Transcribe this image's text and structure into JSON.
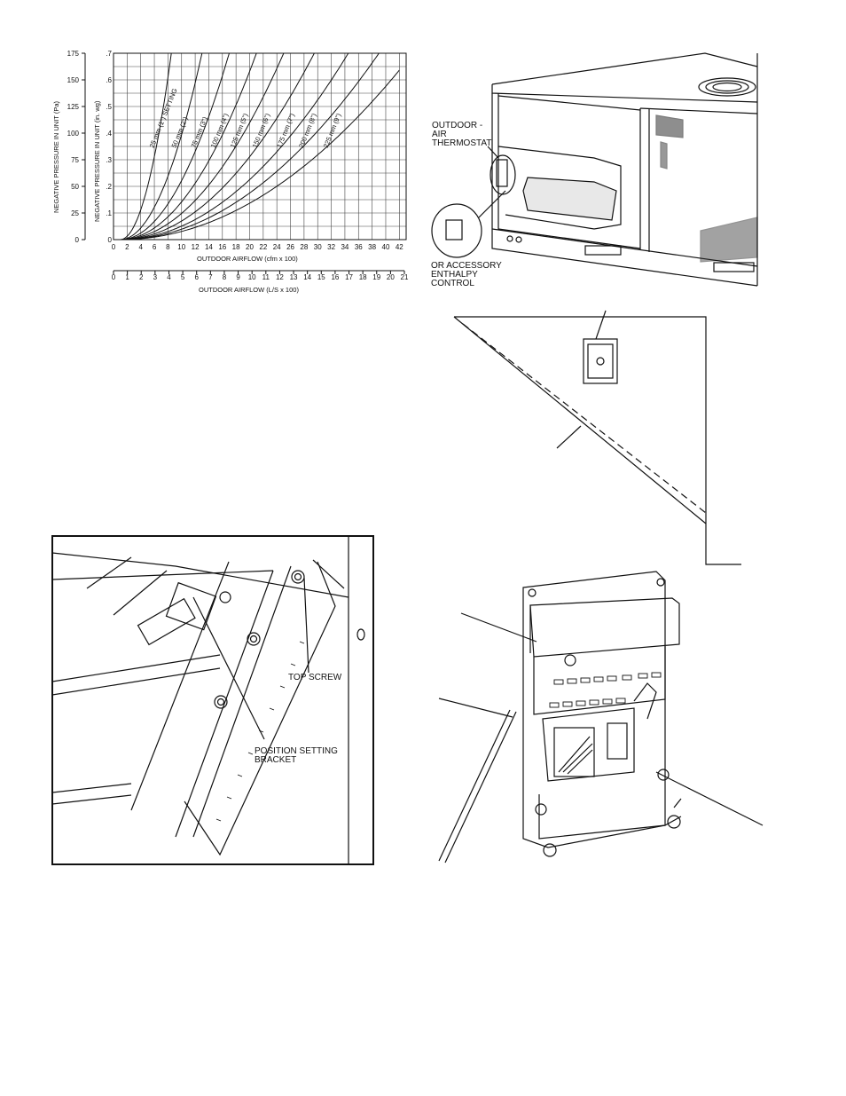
{
  "chart_data": {
    "type": "line",
    "ylabel_left": "NEGATIVE PRESSURE IN UNIT (Pa)",
    "ylabel_right": "NEGATIVE PRESSURE IN UNIT (in. wg)",
    "xlabel_top": "OUTDOOR AIRFLOW (cfm x 100)",
    "xlabel_bottom": "OUTDOOR AIRFLOW (L/S x 100)",
    "y_pa_ticks": [
      "0",
      "25",
      "50",
      "75",
      "100",
      "125",
      "150",
      "175"
    ],
    "y_inwg_ticks": [
      "0",
      ".1",
      ".2",
      ".3",
      ".4",
      ".5",
      ".6",
      ".7"
    ],
    "x_cfm_ticks": [
      "0",
      "2",
      "4",
      "6",
      "8",
      "10",
      "12",
      "14",
      "16",
      "18",
      "20",
      "22",
      "24",
      "26",
      "28",
      "30",
      "32",
      "34",
      "36",
      "38",
      "40",
      "42"
    ],
    "x_ls_ticks": [
      "0",
      "1",
      "2",
      "3",
      "4",
      "5",
      "6",
      "7",
      "8",
      "9",
      "10",
      "11",
      "12",
      "13",
      "14",
      "15",
      "16",
      "17",
      "18",
      "19",
      "20",
      "21"
    ],
    "ylim_inwg": [
      0,
      0.7
    ],
    "xlim_cfm": [
      0,
      43
    ],
    "grid": true,
    "series": [
      {
        "name": "25 mm (1\") SETTING",
        "x_at_max": 8.5
      },
      {
        "name": "50 mm (2\")",
        "x_at_max": 13
      },
      {
        "name": "75 mm (3\")",
        "x_at_max": 17
      },
      {
        "name": "100 mm (4\")",
        "x_at_max": 21
      },
      {
        "name": "125 mm (5\")",
        "x_at_max": 25
      },
      {
        "name": "150 mm (6\")",
        "x_at_max": 29.5
      },
      {
        "name": "175 mm (7\")",
        "x_at_max": 34.5
      },
      {
        "name": "200 mm (8\")",
        "x_at_max": 39
      },
      {
        "name": "225 mm (9\")",
        "x_at_max": 44
      }
    ]
  },
  "unit_figure": {
    "thermostat_label_1": "OUTDOOR -",
    "thermostat_label_2": "AIR",
    "thermostat_label_3": "THERMOSTAT",
    "enthalpy_label_1": "OR ACCESSORY",
    "enthalpy_label_2": "ENTHALPY",
    "enthalpy_label_3": "CONTROL"
  },
  "damper_figure": {
    "top_screw_label": "TOP SCREW",
    "bracket_label_1": "POSITION SETTING",
    "bracket_label_2": "BRACKET"
  }
}
